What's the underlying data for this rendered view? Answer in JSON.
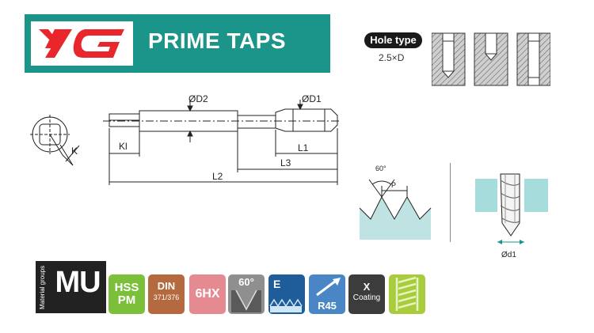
{
  "header": {
    "title": "PRIME TAPS",
    "brand_color": "#1b958a",
    "logo_color": "#e8262b"
  },
  "hole_type": {
    "label": "Hole type",
    "value": "2.5×D"
  },
  "dimensions": {
    "d2": "ØD2",
    "d1": "ØD1",
    "kl": "Kl",
    "k": "K",
    "l1": "L1",
    "l2": "L2",
    "l3": "L3",
    "thread_angle": "60°",
    "pitch": "P",
    "drill_d1": "Ød1"
  },
  "material": {
    "label": "Material groups",
    "value": "MU"
  },
  "icons": {
    "hss_line1": "HSS",
    "hss_line2": "PM",
    "din_line1": "DIN",
    "din_line2": "371/376",
    "tolerance": "6HX",
    "angle": "60°",
    "flute": "E",
    "helix": "R45",
    "coating_line1": "X",
    "coating_line2": "Coating"
  }
}
